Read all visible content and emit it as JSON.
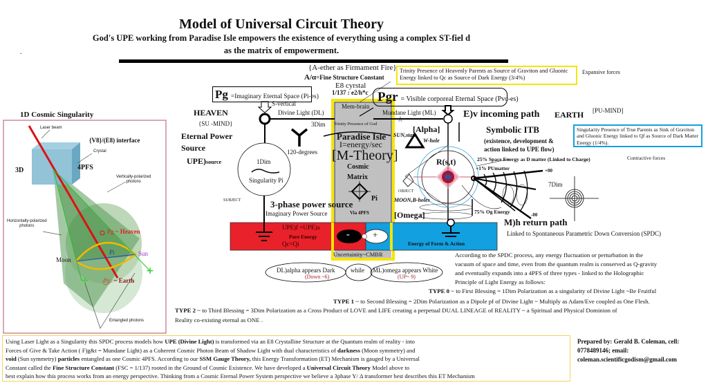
{
  "header": {
    "title": "Model of Universal Circuit Theory",
    "subtitle_line1": "God's UPE working from Paradise Isle empowers the existence of everything using a complex ST-fiel d",
    "subtitle_line2": "as the matrix of empowerment.",
    "stray_dot": "."
  },
  "top": {
    "aether": "{A-ether as Firmament Fire}",
    "fsc_symbol": "A/α",
    "fsc_label": "=Fine Structure Constant",
    "e8": "E8 cyrstal",
    "fsc_formula": "1/137 : e2/h*c",
    "trinity_box": "Trinity Presence of Heavenly Parents as Source of Graviton and Gluonic Energy linked to Qc as Source of Dark Energy (3/4%)",
    "expansive": "Expansive forces",
    "pg_symbol": "Pg",
    "pg_text": "=Imaginary Eternal Space (Pi-es)",
    "pgr_symbol": "Pgr",
    "pgr_text": "= Visible corporeal Eternal  Space  (Pvc-es)"
  },
  "left_figure": {
    "title": "1D Cosmic Singularity",
    "laser": "Laser beam",
    "interface": "{V8}/(E8) interface",
    "crystal": "Crystal",
    "d3": "3D",
    "pfs": "4PFS",
    "vert1": "Vertically-polarized",
    "vert2": "photons",
    "horiz1": "Horizontally-polarized",
    "horiz2": "photons",
    "pg": "Pg",
    "heaven": "~ Heaven",
    "pi": "Pi",
    "sun": "Sun",
    "moon": "Moon",
    "pgr": "Pgr",
    "earth": "~ Earth",
    "entangled": "Entangled photons"
  },
  "heaven_side": {
    "heaven": "HEAVEN",
    "su_mind": "{SU -MIND}",
    "eternal1": "Eternal Power",
    "eternal2": "Source",
    "upe": "UPE)",
    "upe_sub": "source",
    "s_vertical": "S-vertical",
    "divine_light": "Divine Light (DL)",
    "dim3": "3Dim",
    "degrees": "120-degrees",
    "dim1": "1Dim",
    "singularity": "Singularity Pi",
    "subject": "SUBJECT",
    "three_phase": "3-phase power source",
    "imaginary_source": "Imaginary Power Source",
    "upe_eq": "UPE)f =UPE)a",
    "pure_energy": "Pure Energy",
    "qc": "Qc=Qi"
  },
  "paradise_column": {
    "mem_brain": "Mem-brain",
    "trinity_god": "Trinity Presence of God",
    "paradise": "Paradise Isle",
    "energy": "I=energy/sec",
    "m_theory": "[M-Theory]",
    "cosmic": "Cosmic",
    "matrix": "Matrix",
    "pi": "Pi",
    "via": "Via 4PFS",
    "minus": "-",
    "plus": "+",
    "uncertainty": "Uncertainity~CMBR"
  },
  "earth_side": {
    "mundane_light": "Mundane Light (ML)",
    "incoming": "E)v incoming path",
    "earth": "EARTH",
    "pu_mind": "[PU-MIND]",
    "alpha": "[Alpha]",
    "sun_stars": "SUN,stars",
    "w_hole": "W-hole",
    "itb": "Symbolic ITB",
    "itb_desc1": "(existence, development &",
    "itb_desc2": "action linked to UPE flow)",
    "singularity_box": "Singularity Presence of True Parents as Sink of Graviton and Gluonic Energy linked to Qf as Source of Dark Matter Energy (1/4%).",
    "contractive": "Contractive forces",
    "rst": "R(s,t)",
    "space_energy": "25% Space Energy as D matter (Linked to Charge)",
    "pumatter": "+1% PUmatter",
    "plus00": "+00",
    "dim7": "7Dim",
    "minus00": "-00",
    "object": "OBJECT",
    "moon": "MOON,B-holes",
    "omega": "[Omega]",
    "og_energy": "75% Og Energy",
    "return": "M)h return path",
    "spdc": "Linked to Spontaneous Parametric Down Conversion (SPDC)",
    "form_action": "Energy of Form & Action"
  },
  "ellipses": {
    "dl": "DL)alpha appears Dark",
    "down": "(Down ~6)",
    "while": "while",
    "ml": "ML)omega appears White",
    "up": "(UP~ 9)"
  },
  "spdc_text": {
    "p1": "According to the SPDC process, any energy fluctuation or perturbation in the",
    "p2": "vacuum of space and time, even from the quantum realm is conserved as Q-gravity",
    "p3": "and eventually expands into a 4PFS of three types - linked to the Holographic",
    "p4": "Principle of Light Energy as follows:",
    "type0_label": "TYPE 0",
    "type0": " ~ to First Blessing = 1Dim Polarization as a singularity of Divine Light ~Be Fruitful",
    "type1_label": "TYPE 1",
    "type1": " ~ to Second Blessing = 2Dim Polarization as a Dipole pf of Divine Light ~ Multiply as Adam/Eve coupled as One Flesh.",
    "type2_label": "TYPE 2",
    "type2": " ~ to Third Blessing = 3Dim Polarization as a Cross Product of LOVE and LIFE creating a perpetual DUAL LINEAGE of REALITY ~ a Spiritual and Physical Dominion of",
    "type2_cont": "Reality co-existing eternal as ONE ."
  },
  "bottom_box": {
    "l1a": "Using Laser Light as a Singularity this SPDC process models how ",
    "l1b": "UPE (Divine Light)",
    "l1c": " is transformed via an E8 Crystalline Structure at the Quantum realm of reality - into",
    "l2a": "Forces of Give & Take Action ( F)g&t = Mundane Light) as a Coherent Cosmic Photon Beam of Shadow Light with dual characteristics of ",
    "l2b": "darkness",
    "l2c": " (Moon symmetry) and",
    "l3a": "void",
    "l3b": " (Sun symmetry) ",
    "l3c": "particles",
    "l3d": " entangled as one Cosmic 4PFS. According to our ",
    "l3e": "SSM Gauge Theory,",
    "l3f": " this Energy Transformation (ET) Mechanism is gauged by a Universal",
    "l4a": "Constant called the ",
    "l4b": "Fine Structure Constant",
    "l4c": " (FSC = 1/137) rooted in the Ground of Cosmic Existence. We have developed a ",
    "l4d": "Universal Circuit Theory",
    "l4e": " Model above to",
    "l5": "best explain how this process works from an energy perspective. Thinking from  a Cosmic Eternal Power System perspective we believe a 3phase Y/ Δ transformer best describes this ET Mechanism"
  },
  "credits": {
    "line1": "Prepared by: Gerald B. Coleman, cell:",
    "line2": "0778489146; email:",
    "line3": "coleman.scientificgodism@gmail.com"
  },
  "colors": {
    "yellow": "#f5e40a",
    "red": "#e8212a",
    "blue": "#12a0e0",
    "gray": "#c0c0c0",
    "frame": "#b0506a",
    "box_yellow": "#f7d35a"
  }
}
